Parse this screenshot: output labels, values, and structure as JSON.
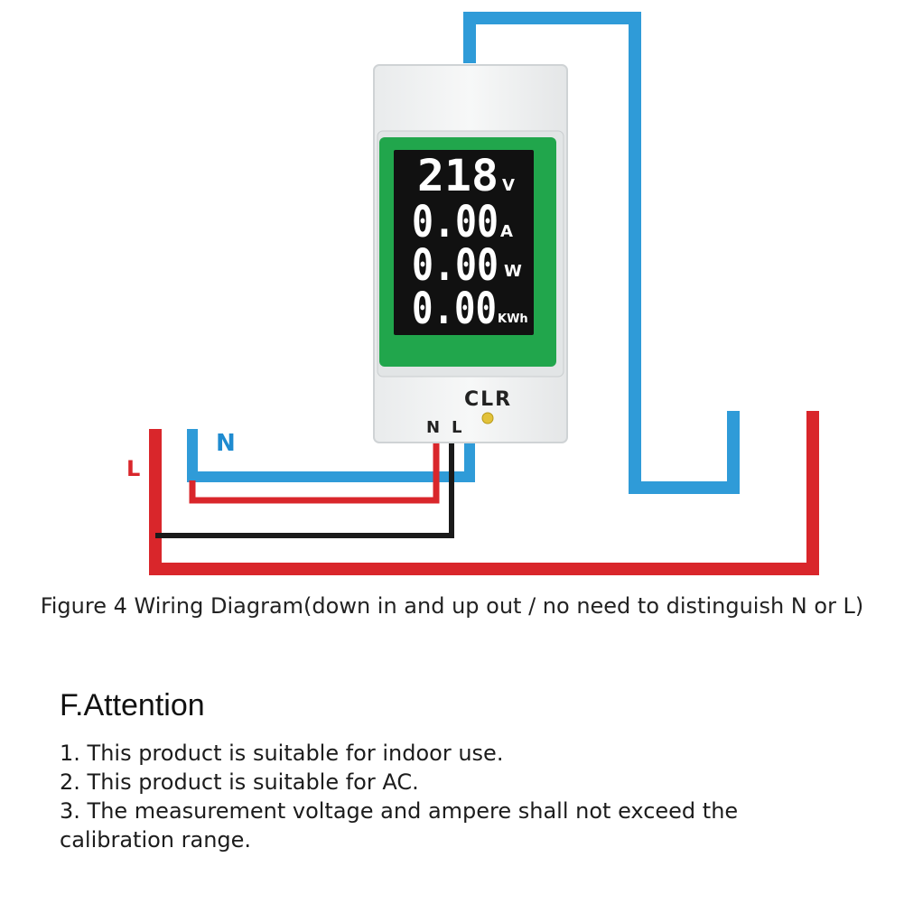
{
  "diagram": {
    "display": {
      "rows": [
        {
          "value": "218",
          "unit": "V"
        },
        {
          "value": "0.00",
          "unit": "A"
        },
        {
          "value": "0.00",
          "unit": "W"
        },
        {
          "value": "0.00",
          "unit": "KWh"
        }
      ]
    },
    "clr_label": "CLR",
    "terminal_n": "N",
    "terminal_l": "L",
    "wire_label_n": "N",
    "wire_label_l": "L",
    "colors": {
      "neutral_wire": "#2f9bd8",
      "live_wire": "#d9262b",
      "load_wire": "#1a1a1a",
      "display_bezel": "#21a64c",
      "display_screen": "#111111",
      "wire_label_n": "#1f8bd0",
      "wire_label_l": "#d9262b"
    }
  },
  "caption": "Figure 4 Wiring Diagram(down in and up out / no need to distinguish N or L)",
  "attention": {
    "heading": "F.Attention",
    "items": [
      "1. This product is suitable for indoor use.",
      "2. This product is suitable for AC.",
      "3. The measurement voltage and ampere shall not exceed the calibration range."
    ]
  }
}
